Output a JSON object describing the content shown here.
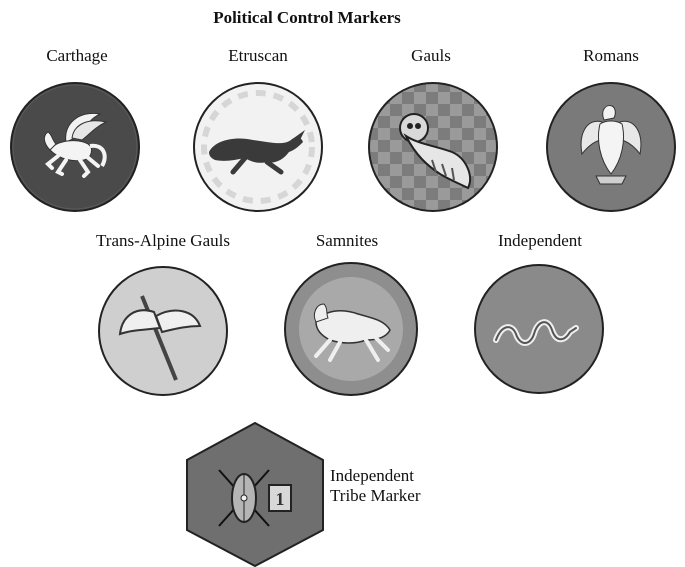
{
  "title": "Political Control Markers",
  "markers": [
    {
      "label": "Carthage",
      "icon": "pegasus-icon",
      "color": "#4a4a4a"
    },
    {
      "label": "Etruscan",
      "icon": "hare-icon",
      "color": "#f2f2f2"
    },
    {
      "label": "Gauls",
      "icon": "owl-icon",
      "color": "#8c8c8c"
    },
    {
      "label": "Romans",
      "icon": "eagle-icon",
      "color": "#7a7a7a"
    },
    {
      "label": "Trans-Alpine Gauls",
      "icon": "double-axe-icon",
      "color": "#cfcfcf"
    },
    {
      "label": "Samnites",
      "icon": "bull-icon",
      "color": "#8e8e8e"
    },
    {
      "label": "Independent",
      "icon": "snake-icon",
      "color": "#8a8a8a"
    }
  ],
  "tribe_marker": {
    "line1": "Independent",
    "line2": "Tribe Marker",
    "value": "1",
    "icon": "shield-icon",
    "color": "#6f6f6f"
  }
}
